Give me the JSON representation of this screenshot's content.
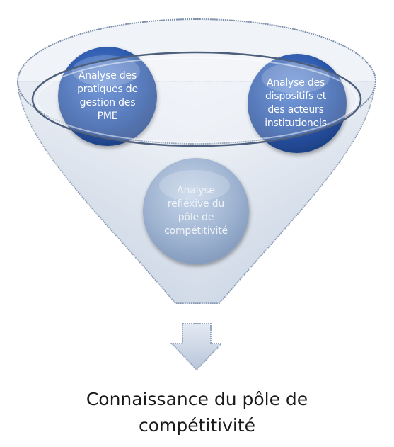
{
  "diagram": {
    "inputs": [
      {
        "label": "Analyse des\npratiques de\ngestion des\nPME"
      },
      {
        "label": "Analyse des\ndispositifs et\ndes acteurs\ninstitutionels"
      },
      {
        "label": "Analyse\nréfléxive du\npôle de\ncompétitivité"
      }
    ],
    "output": {
      "label": "Connaissance du pôle de\ncompétitivité"
    }
  },
  "colors": {
    "circle_dark": "#2a56a8",
    "circle_light": "#a9bcd6",
    "funnel_fill": "#dbe4ef",
    "funnel_edge": "#8a9bb5",
    "arrow_fill": "#cfd8e6"
  },
  "icons": {
    "arrow": "down-arrow-icon"
  }
}
